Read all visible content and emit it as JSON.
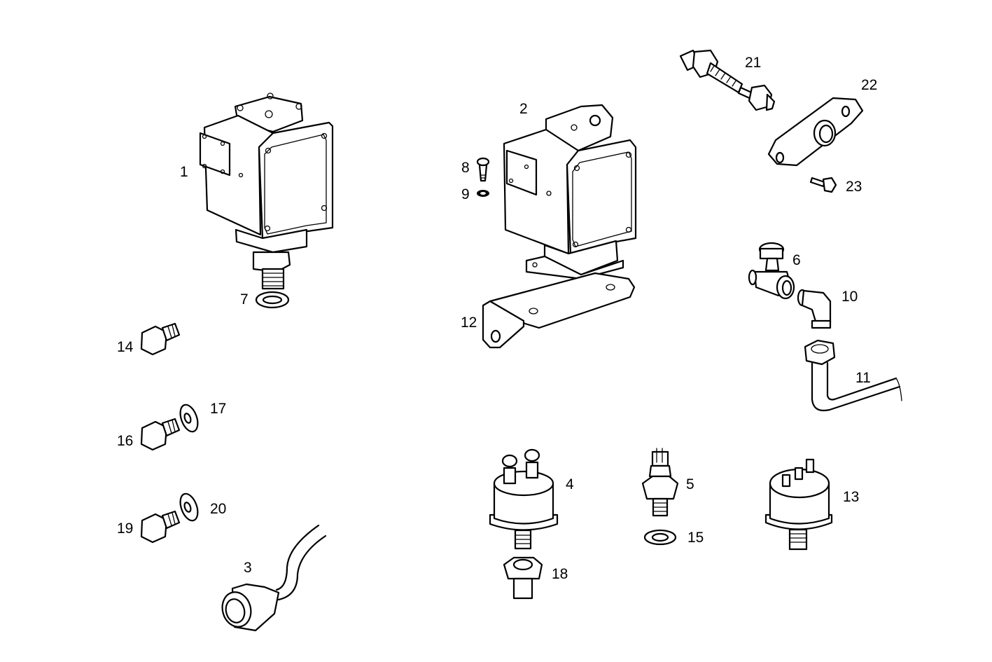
{
  "diagram": {
    "title": "Pressure switch / sensor exploded parts view",
    "background": "#ffffff",
    "line_color": "#000000",
    "parts": [
      {
        "id": "1",
        "label": "1",
        "description": "pressure switch housing with threaded nipple"
      },
      {
        "id": "2",
        "label": "2",
        "description": "pressure switch housing with mounting flange"
      },
      {
        "id": "3",
        "label": "3",
        "description": "cable with connector plug"
      },
      {
        "id": "4",
        "label": "4",
        "description": "pressure sensor with two terminals"
      },
      {
        "id": "5",
        "label": "5",
        "description": "pressure switch with connector"
      },
      {
        "id": "6",
        "label": "6",
        "description": "T-fitting with knurled cap"
      },
      {
        "id": "7",
        "label": "7",
        "description": "sealing washer"
      },
      {
        "id": "8",
        "label": "8",
        "description": "screw"
      },
      {
        "id": "9",
        "label": "9",
        "description": "lock washer"
      },
      {
        "id": "10",
        "label": "10",
        "description": "elbow fitting"
      },
      {
        "id": "11",
        "label": "11",
        "description": "pipe with nut"
      },
      {
        "id": "12",
        "label": "12",
        "description": "mounting bracket"
      },
      {
        "id": "13",
        "label": "13",
        "description": "pressure sensor with three terminals"
      },
      {
        "id": "14",
        "label": "14",
        "description": "hex bolt"
      },
      {
        "id": "15",
        "label": "15",
        "description": "sealing washer"
      },
      {
        "id": "16",
        "label": "16",
        "description": "hex bolt"
      },
      {
        "id": "17",
        "label": "17",
        "description": "washer"
      },
      {
        "id": "18",
        "label": "18",
        "description": "adapter nut"
      },
      {
        "id": "19",
        "label": "19",
        "description": "hex bolt"
      },
      {
        "id": "20",
        "label": "20",
        "description": "washer"
      },
      {
        "id": "21",
        "label": "21",
        "description": "threaded connector with lock nut"
      },
      {
        "id": "22",
        "label": "22",
        "description": "flange plate"
      },
      {
        "id": "23",
        "label": "23",
        "description": "screw"
      }
    ]
  }
}
